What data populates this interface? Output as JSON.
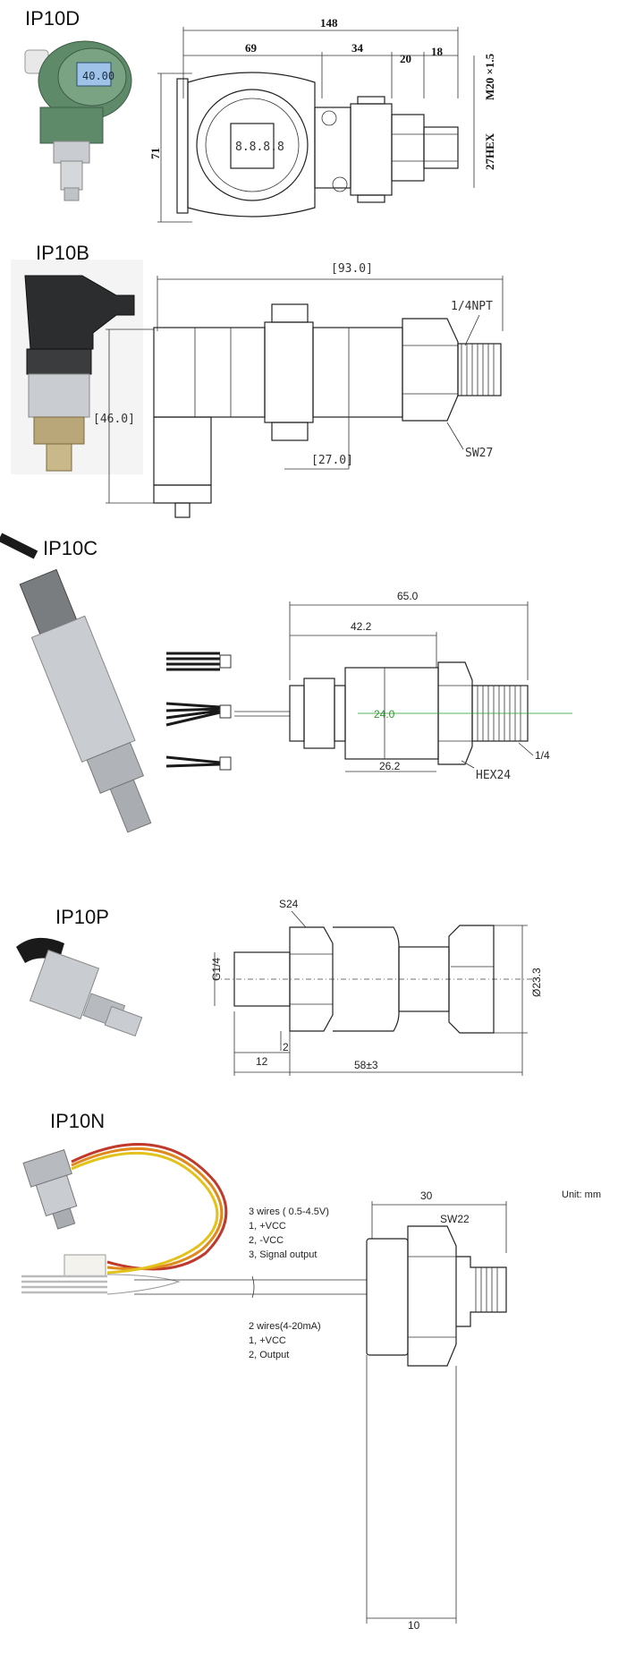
{
  "sections": {
    "ip10d": {
      "title": "IP10D",
      "display_reading": "40.00",
      "dims": {
        "overall": "148",
        "body": "69",
        "neck": "34",
        "hex_len": "20",
        "thread_len": "18",
        "height": "71",
        "thread": "M20 ×1.5",
        "hex": "27HEX"
      }
    },
    "ip10b": {
      "title": "IP10B",
      "dims": {
        "overall": "[93.0]",
        "height": "[46.0]",
        "body": "[27.0]",
        "thread": "1/4NPT",
        "hex": "SW27"
      }
    },
    "ip10c": {
      "title": "IP10C",
      "dims": {
        "overall": "65.0",
        "body": "42.2",
        "dia": "24.0",
        "neck": "26.2",
        "hex": "HEX24",
        "thread": "1/4"
      }
    },
    "ip10p": {
      "title": "IP10P",
      "dims": {
        "hex": "S24",
        "thread": "G1/4",
        "dia": "Ø23.3",
        "step": "2",
        "thread_len": "12",
        "overall": "58±3"
      }
    },
    "ip10n": {
      "title": "IP10N",
      "unit": "Unit: mm",
      "dims": {
        "overall": "30",
        "hex": "SW22",
        "thread_len": "10"
      },
      "wiring_3": {
        "heading": "3 wires ( 0.5-4.5V)",
        "lines": [
          "1,  +VCC",
          "2,  -VCC",
          "3, Signal output"
        ]
      },
      "wiring_2": {
        "heading": "2 wires(4-20mA)",
        "lines": [
          "1, +VCC",
          "2, Output"
        ]
      }
    }
  },
  "colors": {
    "metal": "#c9ccd0",
    "housing_green": "#5f8a6a",
    "cable_black": "#1a1a1a",
    "wire_red": "#c0392b",
    "wire_orange": "#e08a1e",
    "wire_yellow": "#e2c21b",
    "lcd_blue": "#9fc3e8"
  }
}
